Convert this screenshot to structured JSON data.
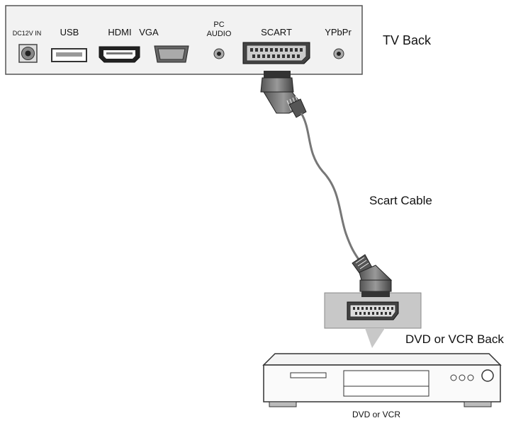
{
  "tv": {
    "label": "TV Back",
    "ports": {
      "dc": "DC12V IN",
      "usb": "USB",
      "hdmi": "HDMI",
      "vga": "VGA",
      "pc_audio_line1": "PC",
      "pc_audio_line2": "AUDIO",
      "scart": "SCART",
      "ypbpr": "YPbPr"
    }
  },
  "cable": {
    "label": "Scart Cable"
  },
  "device": {
    "back_label": "DVD or VCR Back",
    "label": "DVD or VCR"
  }
}
